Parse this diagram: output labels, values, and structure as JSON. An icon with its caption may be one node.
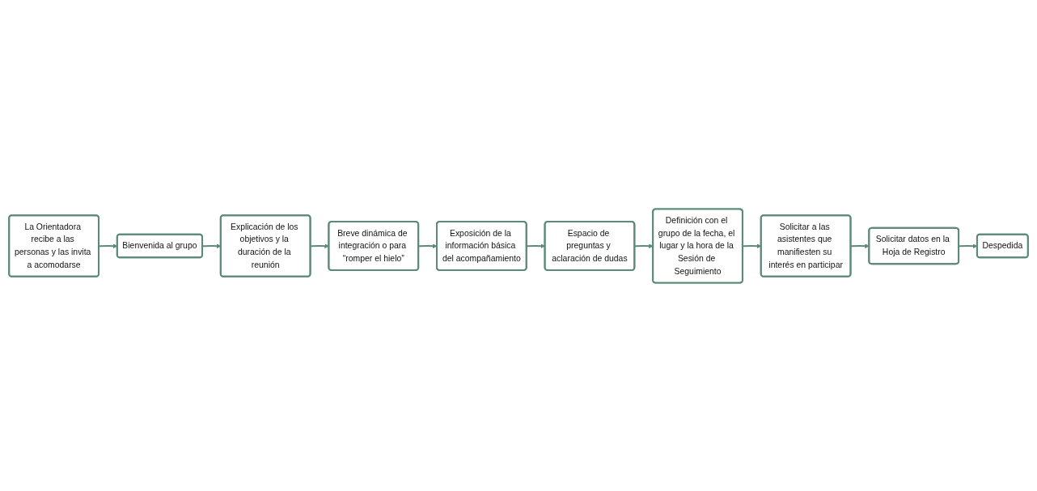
{
  "diagram": {
    "nodes": [
      {
        "text": [
          "La Orientadora recibe a las personas y las invita a acomodarse"
        ]
      },
      {
        "text": [
          "Bienvenida al grupo"
        ]
      },
      {
        "text": [
          "Explicación de los objetivos y la duración de la reunión"
        ]
      },
      {
        "text": [
          "Breve dinámica de integración o para “romper el hielo”"
        ]
      },
      {
        "text": [
          "Exposición de la información básica del acompañamiento"
        ]
      },
      {
        "text": [
          "Espacio de preguntas y aclaración de dudas"
        ]
      },
      {
        "text": [
          "Definición con el grupo de la fecha, el lugar y la hora de la Sesión de Seguimiento"
        ]
      },
      {
        "text": [
          "Solicitar a las asistentes que manifiesten su interés en participar"
        ]
      },
      {
        "text": [
          "Solicitar datos en la Hoja de Registro"
        ]
      },
      {
        "text": [
          "Despedida"
        ]
      }
    ],
    "edges": [
      {
        "from": 0,
        "to": 1,
        "arrow": "to"
      },
      {
        "from": 1,
        "to": 2,
        "arrow": "to"
      },
      {
        "from": 2,
        "to": 3,
        "arrow": "to"
      },
      {
        "from": 3,
        "to": 4,
        "arrow": "to"
      },
      {
        "from": 4,
        "to": 5,
        "arrow": "to"
      },
      {
        "from": 5,
        "to": 6,
        "arrow": "to"
      },
      {
        "from": 6,
        "to": 7,
        "arrow": "to"
      },
      {
        "from": 7,
        "to": 8,
        "arrow": "to"
      },
      {
        "from": 8,
        "to": 9,
        "arrow": "to"
      }
    ]
  }
}
